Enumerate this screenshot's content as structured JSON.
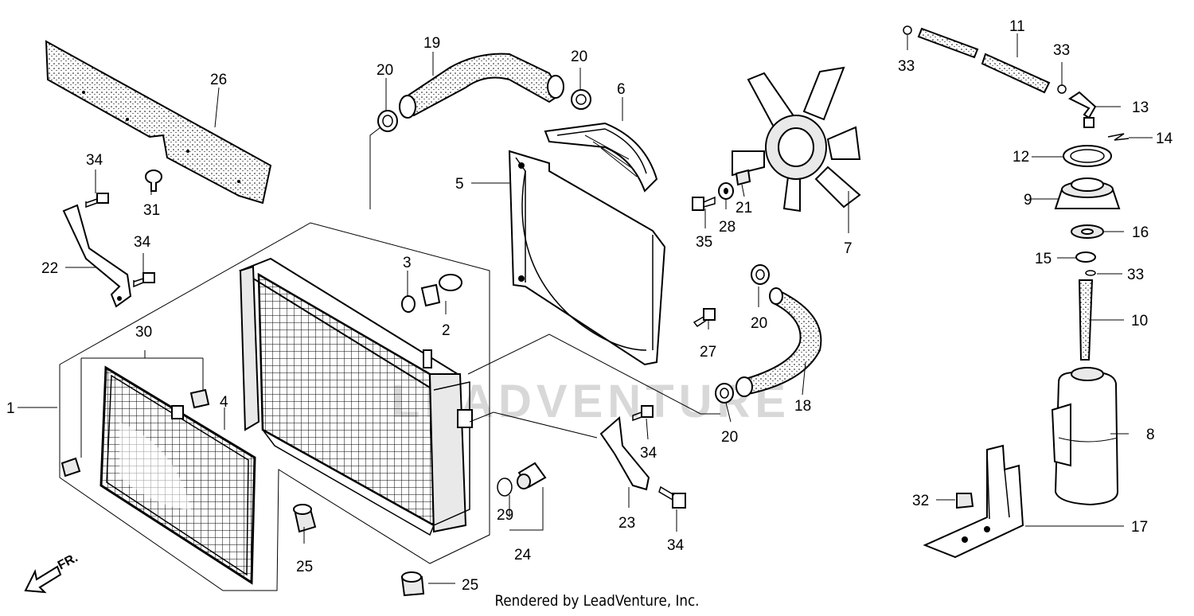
{
  "diagram": {
    "watermark": "LEADVENTURE",
    "front_arrow_label": "FR.",
    "footer": "Rendered by LeadVenture, Inc.",
    "callouts": {
      "c1": "1",
      "c2": "2",
      "c3": "3",
      "c4": "4",
      "c5": "5",
      "c6": "6",
      "c7": "7",
      "c8": "8",
      "c9": "9",
      "c10": "10",
      "c11": "11",
      "c12": "12",
      "c13": "13",
      "c14": "14",
      "c15": "15",
      "c16": "16",
      "c17": "17",
      "c18": "18",
      "c19": "19",
      "c20a": "20",
      "c20b": "20",
      "c20c": "20",
      "c20d": "20",
      "c21": "21",
      "c22": "22",
      "c23": "23",
      "c24": "24",
      "c25a": "25",
      "c25b": "25",
      "c26": "26",
      "c27": "27",
      "c28": "28",
      "c29": "29",
      "c30": "30",
      "c31": "31",
      "c32": "32",
      "c33a": "33",
      "c33b": "33",
      "c33c": "33",
      "c34a": "34",
      "c34b": "34",
      "c34c": "34",
      "c34d": "34",
      "c35": "35"
    }
  }
}
